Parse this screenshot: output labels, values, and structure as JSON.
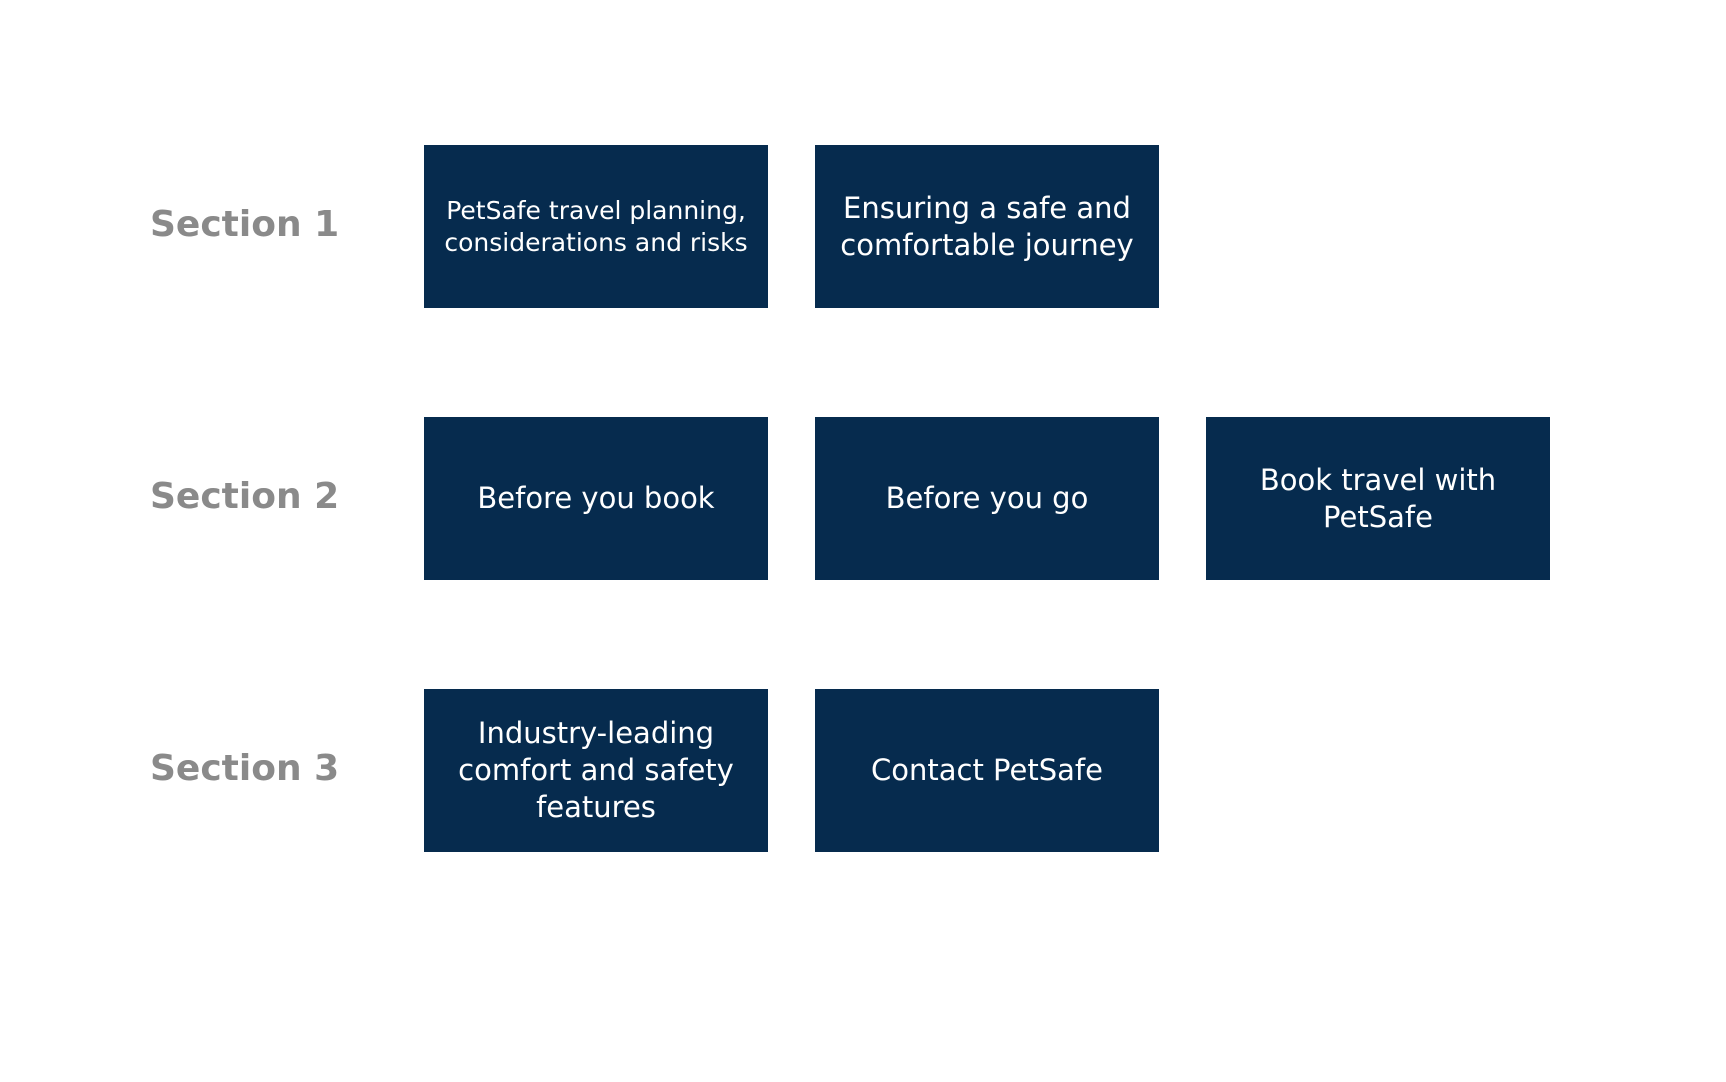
{
  "colors": {
    "tile_background": "#062b4e",
    "tile_text": "#ffffff",
    "section_label": "#8a8a8a",
    "page_background": "#ffffff"
  },
  "sections": [
    {
      "label": "Section 1",
      "tiles": [
        {
          "label": "PetSafe travel planning, considerations and risks"
        },
        {
          "label": "Ensuring a safe and comfortable journey"
        }
      ]
    },
    {
      "label": "Section 2",
      "tiles": [
        {
          "label": "Before you book"
        },
        {
          "label": "Before you go"
        },
        {
          "label": "Book travel with PetSafe"
        }
      ]
    },
    {
      "label": "Section 3",
      "tiles": [
        {
          "label": "Industry-leading comfort and safety features"
        },
        {
          "label": "Contact PetSafe"
        }
      ]
    }
  ]
}
